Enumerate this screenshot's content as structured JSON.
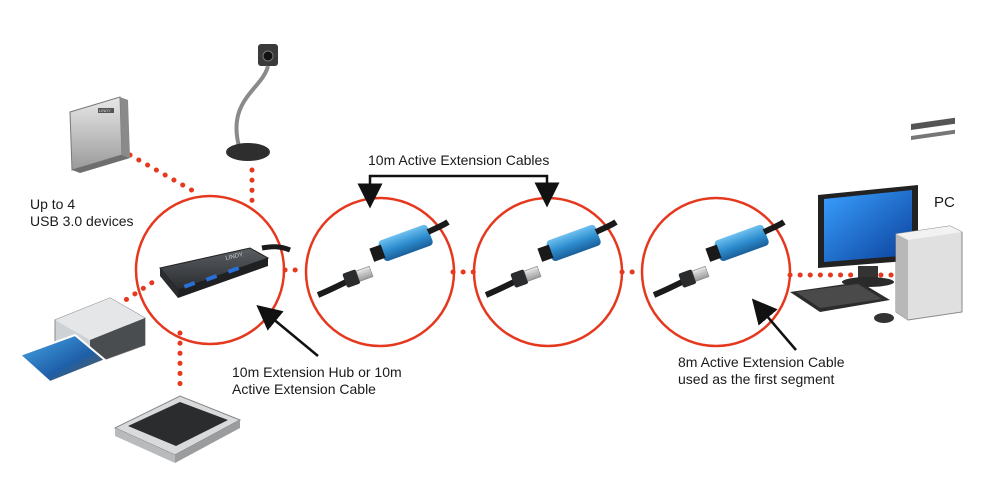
{
  "labels": {
    "devices_line1": "Up to 4",
    "devices_line2": "USB 3.0 devices",
    "cables_top": "10m Active Extension Cables",
    "hub_line1": "10m Extension Hub or 10m",
    "hub_line2": "Active Extension Cable",
    "first_line1": "8m Active Extension Cable",
    "first_line2": "used as the first segment",
    "pc": "PC"
  },
  "printed_brand": "LINDY",
  "colors": {
    "accent_red": "#e5391f",
    "cable_blue": "#2f8fd0",
    "hub_body": "#3a3d40",
    "usb_blue": "#2a6fd6"
  }
}
